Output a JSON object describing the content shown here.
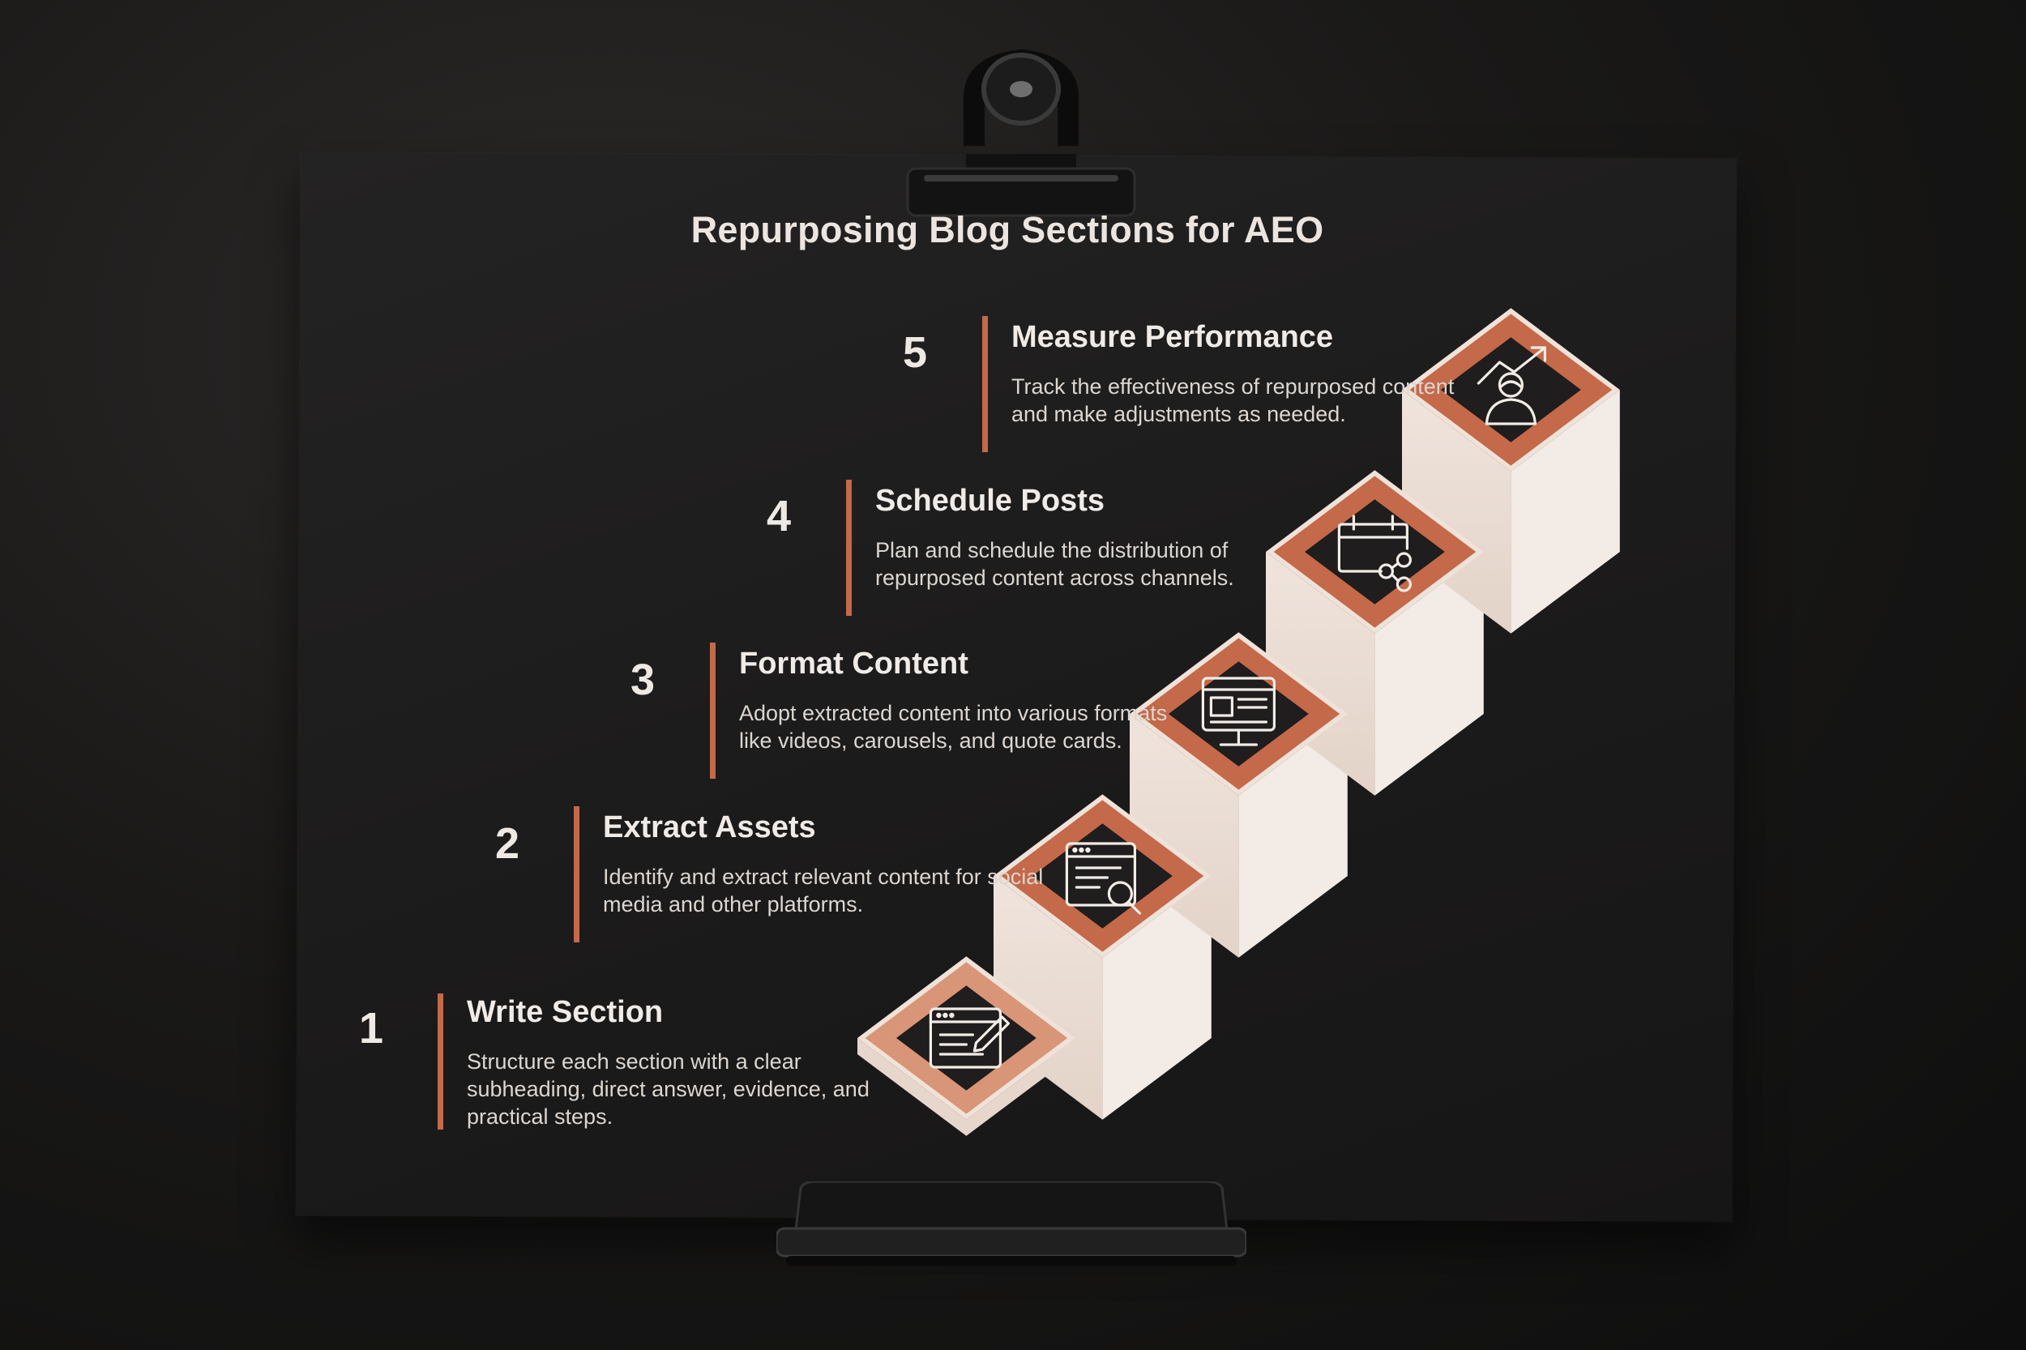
{
  "title": "Repurposing Blog Sections for AEO",
  "colors": {
    "accent": "#c4694a",
    "accent_light": "#d99577",
    "stair_face": "#efe2d9",
    "board": "#1f1e1e",
    "text": "#f0ebe7"
  },
  "steps": [
    {
      "number": "1",
      "title": "Write Section",
      "description": "Structure each section with a clear subheading, direct answer, evidence, and practical steps.",
      "icon": "edit-document-icon"
    },
    {
      "number": "2",
      "title": "Extract Assets",
      "description": "Identify and extract relevant content for social media and other platforms.",
      "icon": "document-search-icon"
    },
    {
      "number": "3",
      "title": "Format Content",
      "description": "Adopt extracted content into various formats like videos, carousels, and quote cards.",
      "icon": "monitor-layout-icon"
    },
    {
      "number": "4",
      "title": "Schedule Posts",
      "description": "Plan and schedule the distribution of repurposed content across channels.",
      "icon": "calendar-share-icon"
    },
    {
      "number": "5",
      "title": "Measure Performance",
      "description": "Track the effectiveness of repurposed content and make adjustments as needed.",
      "icon": "person-growth-icon"
    }
  ]
}
